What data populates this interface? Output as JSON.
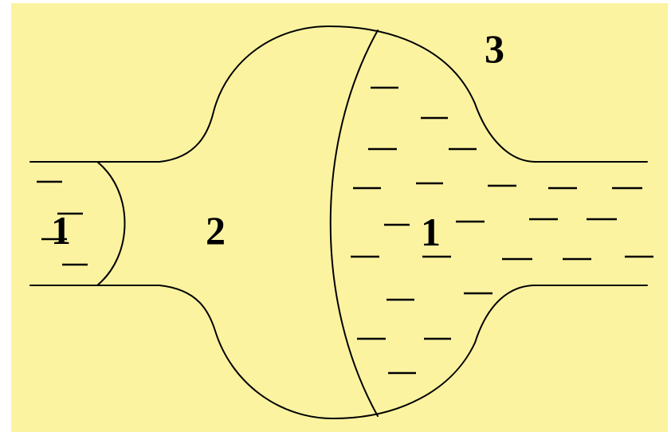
{
  "colors": {
    "background": "#fbf3a0",
    "line": "#000000"
  },
  "labels": {
    "left_pipe": "1",
    "chamber_gas": "2",
    "chamber_liquid": "1",
    "outside": "3"
  }
}
